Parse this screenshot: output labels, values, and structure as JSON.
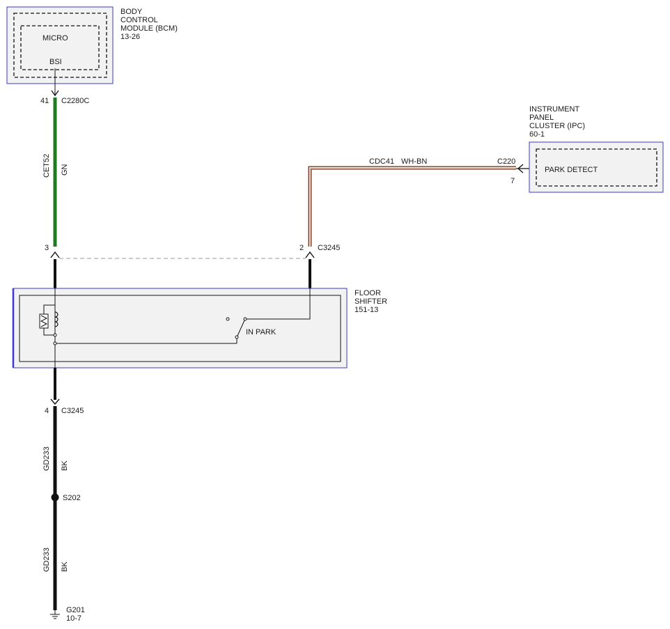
{
  "components": {
    "bcm": {
      "name_lines": [
        "BODY",
        "CONTROL",
        "MODULE (BCM)",
        "13-26"
      ],
      "inner_label": "MICRO",
      "pin_label": "BSI"
    },
    "ipc": {
      "name_lines": [
        "INSTRUMENT",
        "PANEL",
        "CLUSTER (IPC)",
        "60-1"
      ],
      "inner_label": "PARK DETECT",
      "connector": "C220",
      "pin": "7"
    },
    "floor_shifter": {
      "name_lines": [
        "FLOOR",
        "SHIFTER",
        "151-13"
      ],
      "switch_label": "IN PARK"
    }
  },
  "connectors": {
    "bcm_pin": "41",
    "bcm_connector": "C2280C",
    "shifter_pin_a": "3",
    "shifter_pin_b": "2",
    "shifter_connector_top": "C3245",
    "shifter_pin_c": "4",
    "shifter_connector_bottom": "C3245"
  },
  "wires": {
    "cet52": {
      "circuit": "CET52",
      "color": "GN",
      "hex": "#1f7a1f"
    },
    "cdc41": {
      "circuit": "CDC41",
      "color": "WH-BN"
    },
    "gd233_upper": {
      "circuit": "GD233",
      "color": "BK"
    },
    "gd233_lower": {
      "circuit": "GD233",
      "color": "BK"
    }
  },
  "splice": {
    "label": "S202"
  },
  "ground": {
    "label": "G201",
    "ref": "10-7"
  },
  "colors": {
    "box_border": "#3a3acc",
    "box_fill": "#f2f2f2",
    "wire_black": "#111111"
  }
}
